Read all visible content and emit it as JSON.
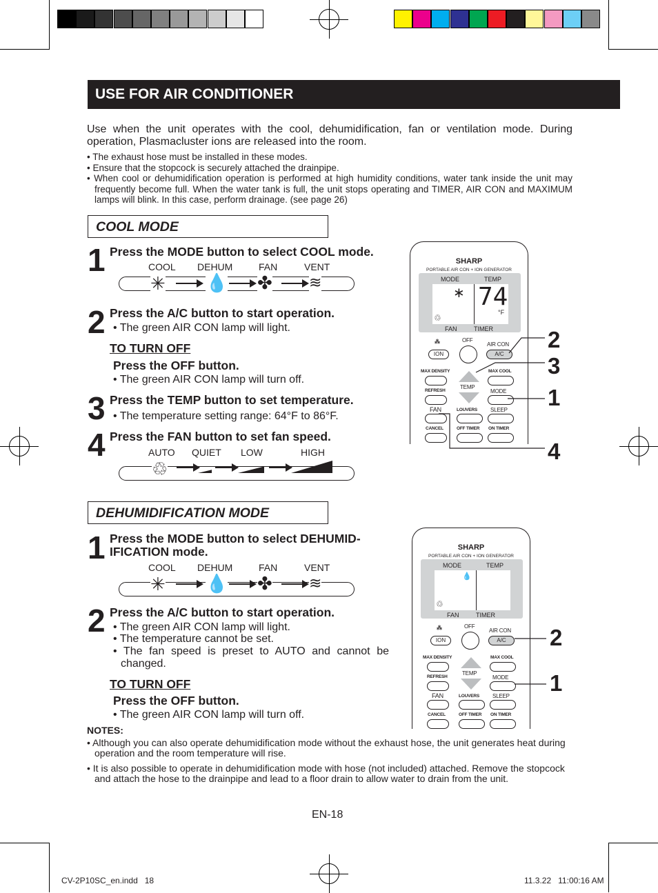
{
  "header": {
    "title": "USE FOR AIR CONDITIONER"
  },
  "intro": {
    "paragraph": "Use when the unit operates with the cool, dehumidification, fan or ventilation mode. During operation, Plasmacluster ions are released into the room.",
    "bullets": [
      "The exhaust hose must be installed in these modes.",
      "Ensure that the stopcock is securely attached the drainpipe.",
      "When cool or dehumidification operation is performed at high humidity conditions, water tank inside the unit may frequently become full. When the water tank is full, the unit stops operating and TIMER, AIR CON and MAXIMUM lamps will blink. In this case, perform drainage. (see page 26)"
    ]
  },
  "cool": {
    "title": "COOL MODE",
    "modes": [
      "COOL",
      "DEHUM",
      "FAN",
      "VENT"
    ],
    "fan_speeds": [
      "AUTO",
      "QUIET",
      "LOW",
      "HIGH"
    ],
    "steps": [
      {
        "num": "1",
        "text": "Press the MODE button to select COOL mode."
      },
      {
        "num": "2",
        "text": "Press the A/C button to start operation.",
        "note": "• The green AIR CON lamp will light."
      },
      {
        "num": "3",
        "text": "Press the TEMP button to set temperature.",
        "note": "• The temperature setting range: 64°F to 86°F."
      },
      {
        "num": "4",
        "text": "Press the FAN button to set fan speed."
      }
    ],
    "turn_off": {
      "heading": "TO TURN OFF",
      "text": "Press the OFF button.",
      "note": "• The green AIR CON lamp will turn off."
    },
    "callouts": [
      "2",
      "3",
      "1",
      "4"
    ]
  },
  "dehum": {
    "title": "DEHUMIDIFICATION MODE",
    "modes": [
      "COOL",
      "DEHUM",
      "FAN",
      "VENT"
    ],
    "steps": [
      {
        "num": "1",
        "text_line1": "Press the MODE button to select DEHUMID-",
        "text_line2": "IFICATION mode."
      },
      {
        "num": "2",
        "text": "Press the A/C button to start operation.",
        "notes": [
          "• The green AIR CON lamp will light.",
          "• The temperature cannot be set.",
          "• The fan speed is preset to AUTO and cannot be",
          "changed."
        ]
      }
    ],
    "turn_off": {
      "heading": "TO TURN OFF",
      "text": "Press the OFF button.",
      "note": "• The green AIR CON lamp will turn off."
    },
    "callouts": [
      "2",
      "1"
    ]
  },
  "remote": {
    "brand": "SHARP",
    "subtitle": "PORTABLE AIR CON + ION GENERATOR",
    "display_mode": "MODE",
    "display_temp": "TEMP",
    "display_fan": "FAN",
    "display_timer": "TIMER",
    "temp_reading": "74",
    "temp_unit": "°F",
    "off": "OFF",
    "air_con": "AIR CON",
    "ion": "ION",
    "ac": "A/C",
    "max_density": "MAX DENSITY",
    "max_cool": "MAX COOL",
    "temp": "TEMP",
    "refresh": "REFRESH",
    "mode": "MODE",
    "fan": "FAN",
    "louvers": "LOUVERS",
    "sleep": "SLEEP",
    "cancel": "CANCEL",
    "off_timer": "OFF TIMER",
    "on_timer": "ON TIMER"
  },
  "notes": {
    "heading": "NOTES:",
    "items": [
      "Although you can also operate dehumidification mode without the exhaust hose, the unit generates heat during operation and the room temperature will rise.",
      "It is also possible to operate in dehumidification mode with hose (not included) attached. Remove the stopcock and attach the hose to the drainpipe and lead to a floor drain to allow water to drain from the unit."
    ]
  },
  "footer": {
    "page": "EN-18",
    "file": "CV-2P10SC_en.indd   18",
    "timestamp": "11.3.22   11:00:16 AM"
  },
  "color_bar": {
    "grays": [
      "#000000",
      "#1a1a1a",
      "#333333",
      "#4d4d4d",
      "#666666",
      "#808080",
      "#999999",
      "#b3b3b3",
      "#cccccc",
      "#e6e6e6",
      "#ffffff"
    ],
    "colors": [
      "#fff200",
      "#ec008c",
      "#00aeef",
      "#2e3192",
      "#00a651",
      "#ed1c24",
      "#231f20",
      "#fff799",
      "#f49ac1",
      "#6dcff6",
      "#898989"
    ]
  }
}
